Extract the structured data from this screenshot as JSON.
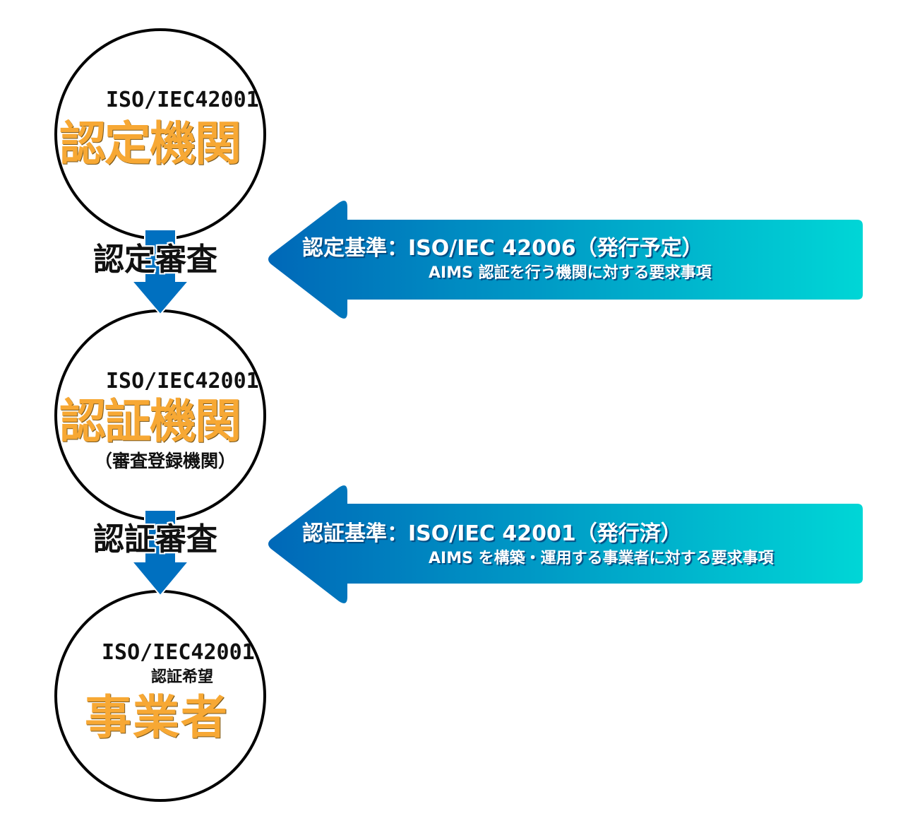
{
  "nodes": [
    {
      "iso": "ISO/IEC42001",
      "title": "認定機関"
    },
    {
      "iso": "ISO/IEC42001",
      "title": "認証機関",
      "subtitle": "（審査登録機関）"
    },
    {
      "iso": "ISO/IEC42001",
      "subtitle": "認証希望",
      "title": "事業者"
    }
  ],
  "steps": [
    "認定審査",
    "認証審査"
  ],
  "standards": [
    {
      "title": "認定基準：ISO/IEC 42006（発行予定）",
      "description": "AIMS 認証を行う機関に対する要求事項"
    },
    {
      "title": "認証基準：ISO/IEC 42001（発行済）",
      "description": "AIMS を構築・運用する事業者に対する要求事項"
    }
  ],
  "colors": {
    "orange": "#f7a834",
    "blue": "#0070c0",
    "cyan": "#00d6d6"
  }
}
